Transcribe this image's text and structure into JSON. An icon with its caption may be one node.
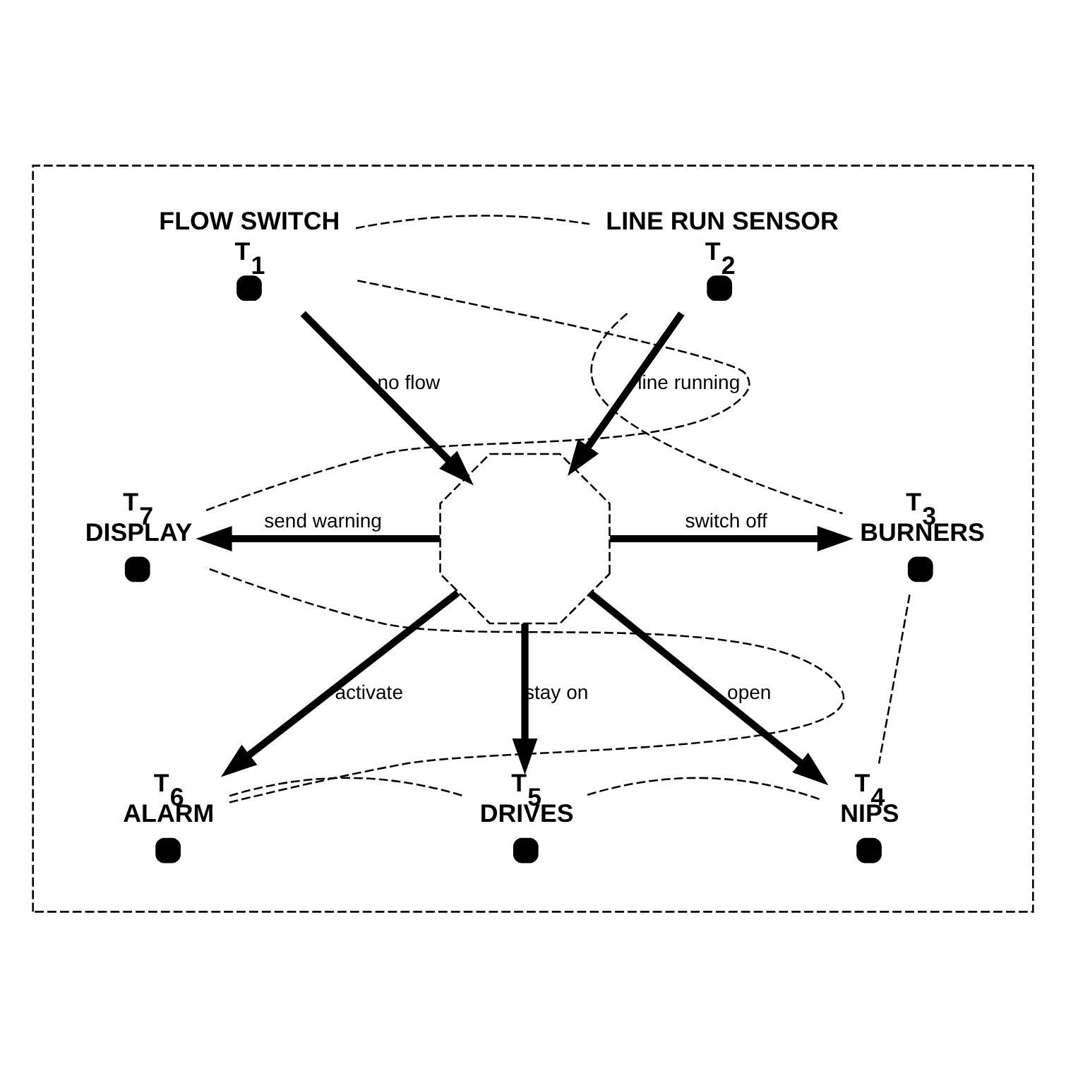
{
  "diagram": {
    "nodes": [
      {
        "text": [],
        "shape": "octagon"
      },
      {
        "text": [
          "FLOW SWITCH",
          "T$_{1}$"
        ],
        "in": 0
      },
      {
        "text": [
          "LINE RUN SENSOR",
          "T$_{2}$"
        ],
        "in": 0
      },
      {
        "text": [
          "T$_{3}$",
          "BURNERS"
        ],
        "in": 0
      },
      {
        "text": [
          "T$_{4}$",
          "NIPS"
        ],
        "in": 0
      },
      {
        "text": [
          "T$_{5}$",
          "DRIVES"
        ],
        "in": 0
      },
      {
        "text": [
          "T$_{6}$",
          "ALARM"
        ],
        "in": 0
      },
      {
        "text": [
          "T$_{7}$",
          "DISPLAY"
        ],
        "in": 0
      },
      {
        "text": [],
        "shape": "octagon",
        "in": 0
      }
    ],
    "edges": [
      {
        "from": 1,
        "to": 8,
        "arrow": "to",
        "label": "no flow",
        "style": "thick"
      },
      {
        "from": 2,
        "to": 8,
        "arrow": "to",
        "label": "line running",
        "style": "thick"
      },
      {
        "from": 8,
        "to": 3,
        "arrow": "to",
        "label": "switch off",
        "style": "thick"
      },
      {
        "from": 8,
        "to": 4,
        "arrow": "to",
        "label": "open",
        "style": "thick"
      },
      {
        "from": 8,
        "to": 5,
        "arrow": "to",
        "label": "stay on",
        "style": "thick"
      },
      {
        "from": 8,
        "to": 6,
        "arrow": "to",
        "label": "activate",
        "style": "thick"
      },
      {
        "from": 8,
        "to": 7,
        "arrow": "to",
        "label": "send warning",
        "style": "thick"
      },
      {
        "from": 1,
        "to": 2,
        "arrow": "none",
        "style": "dashed"
      },
      {
        "from": 2,
        "to": 3,
        "arrow": "none",
        "style": "dashed"
      },
      {
        "from": 3,
        "to": 4,
        "arrow": "none",
        "style": "dashed"
      },
      {
        "from": 4,
        "to": 5,
        "arrow": "none",
        "style": "dashed"
      },
      {
        "from": 5,
        "to": 6,
        "arrow": "none",
        "style": "dashed"
      },
      {
        "from": 6,
        "to": 7,
        "arrow": "none",
        "style": "dashed"
      },
      {
        "from": 7,
        "to": 1,
        "arrow": "none",
        "style": "dashed"
      }
    ]
  }
}
